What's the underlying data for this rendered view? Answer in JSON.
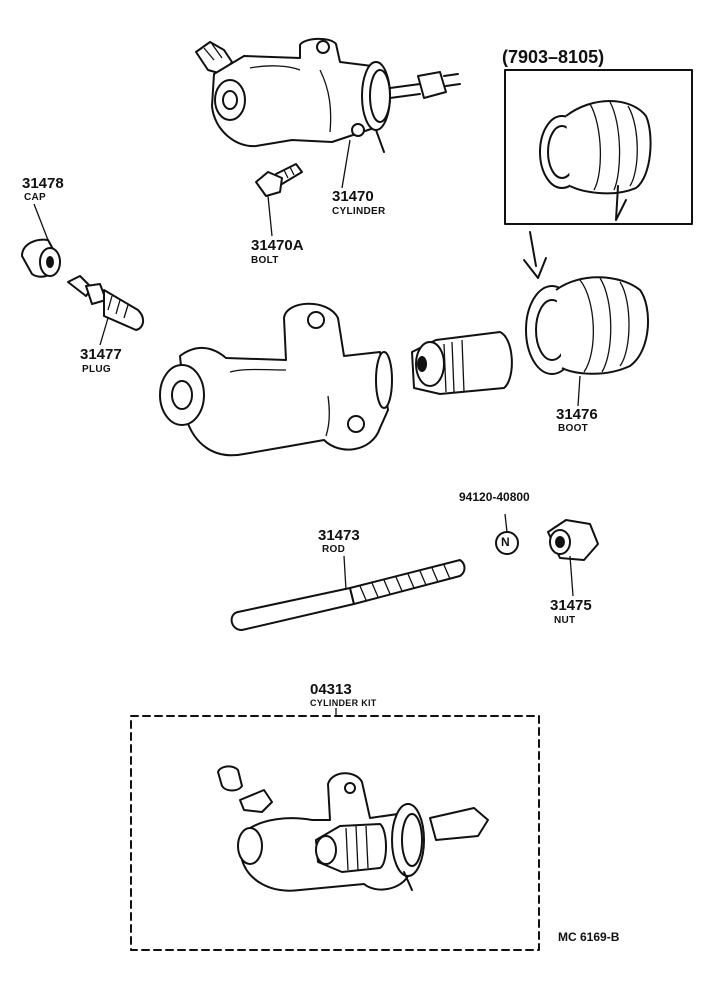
{
  "sheet_code": "MC 6169-B",
  "boot_variant_range": "(7903–8105)",
  "parts": {
    "cap": {
      "number": "31478",
      "name": "CAP"
    },
    "plug": {
      "number": "31477",
      "name": "PLUG"
    },
    "cylinder": {
      "number": "31470",
      "name": "CYLINDER"
    },
    "bolt": {
      "number": "31470A",
      "name": "BOLT"
    },
    "boot": {
      "number": "31476",
      "name": "BOOT"
    },
    "rod": {
      "number": "31473",
      "name": "ROD"
    },
    "nut_std": {
      "number": "94120-40800",
      "symbol": "N"
    },
    "nut": {
      "number": "31475",
      "name": "NUT"
    },
    "kit": {
      "number": "04313",
      "name": "CYLINDER KIT"
    }
  },
  "colors": {
    "ink": "#111111",
    "paper": "#ffffff"
  }
}
